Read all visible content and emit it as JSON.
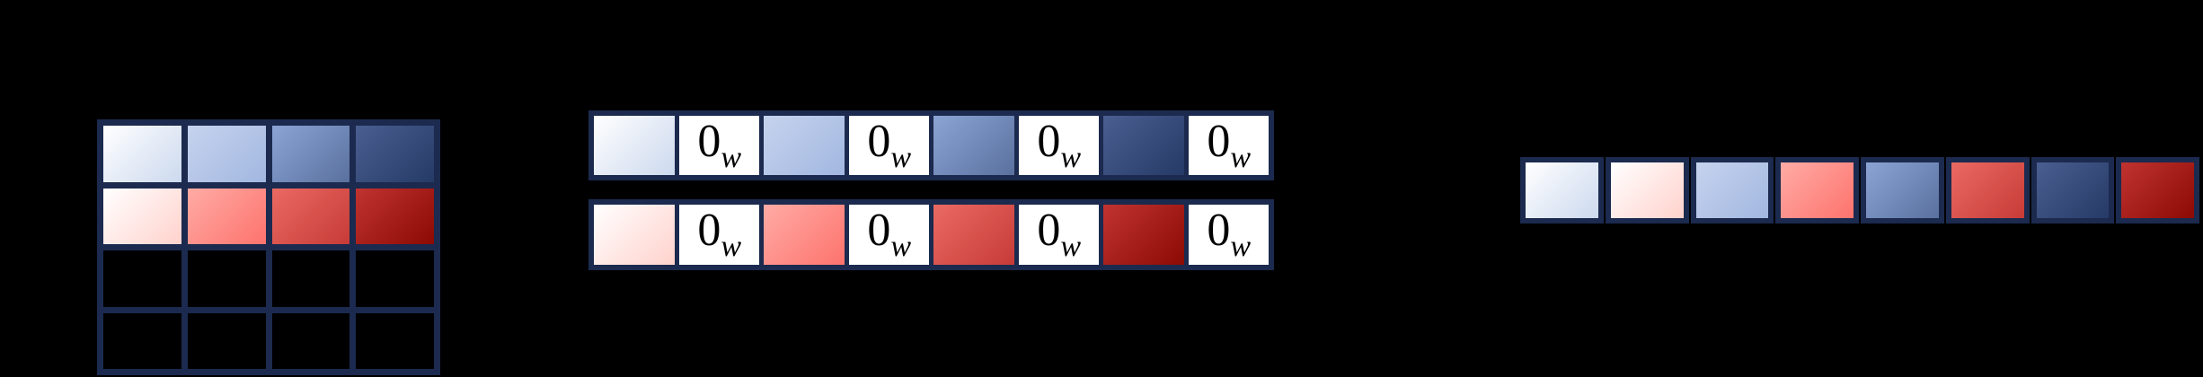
{
  "figure": {
    "name": "weight-matrix-zero-padding-and-interleaving",
    "background_color": "#000000",
    "grid_line_color": "#1b2a4e",
    "zero_weight_label": {
      "base": "0",
      "subscript": "w"
    },
    "palette": {
      "blue": [
        {
          "from": "#ffffff",
          "to": "#ccd9ee"
        },
        {
          "from": "#c6d3ee",
          "to": "#a2b7e0"
        },
        {
          "from": "#8ba4d4",
          "to": "#5a719f"
        },
        {
          "from": "#4a5f90",
          "to": "#263a67"
        }
      ],
      "red": [
        {
          "from": "#ffffff",
          "to": "#ffd2cc"
        },
        {
          "from": "#ffaba5",
          "to": "#fe736d"
        },
        {
          "from": "#ea6a62",
          "to": "#c73b37"
        },
        {
          "from": "#c03330",
          "to": "#8c0a04"
        }
      ]
    },
    "matrix": {
      "cols": 4,
      "rows": 4,
      "cells": [
        [
          "blue-1",
          "blue-2",
          "blue-3",
          "blue-4"
        ],
        [
          "red-1",
          "red-2",
          "red-3",
          "red-4"
        ],
        [
          "empty",
          "empty",
          "empty",
          "empty"
        ],
        [
          "empty",
          "empty",
          "empty",
          "empty"
        ]
      ]
    },
    "padded_rows": [
      {
        "name": "blue-row-padded-with-zero-weights",
        "cells": [
          "blue-1",
          "zero",
          "blue-2",
          "zero",
          "blue-3",
          "zero",
          "blue-4",
          "zero"
        ]
      },
      {
        "name": "red-row-padded-with-zero-weights",
        "cells": [
          "red-1",
          "zero",
          "red-2",
          "zero",
          "red-3",
          "zero",
          "red-4",
          "zero"
        ]
      }
    ],
    "interleaved_row": {
      "name": "interleaved-blue-red-row",
      "cells": [
        "blue-1",
        "red-1",
        "blue-2",
        "red-2",
        "blue-3",
        "red-3",
        "blue-4",
        "red-4"
      ]
    }
  }
}
